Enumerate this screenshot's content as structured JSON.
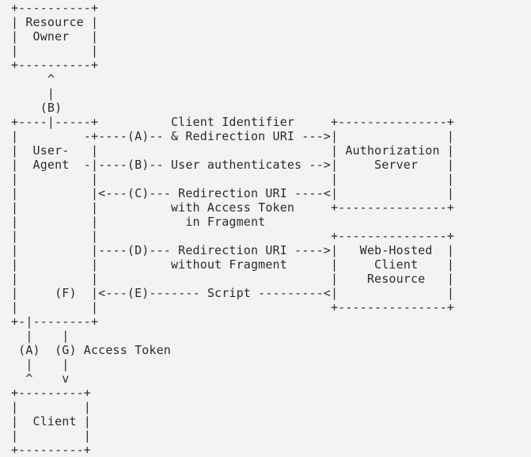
{
  "figure": {
    "lines": [
      "+----------+",
      "| Resource |",
      "|  Owner   |",
      "|          |",
      "+----------+",
      "     ^",
      "     |",
      "    (B)",
      "+----|-----+          Client Identifier     +---------------+",
      "|         -+----(A)-- & Redirection URI --->|               |",
      "|  User-   |                                | Authorization |",
      "|  Agent  -|----(B)-- User authenticates -->|     Server    |",
      "|          |                                |               |",
      "|          |<---(C)--- Redirection URI ----<|               |",
      "|          |          with Access Token     +---------------+",
      "|          |            in Fragment",
      "|          |                                +---------------+",
      "|          |----(D)--- Redirection URI ---->|   Web-Hosted  |",
      "|          |          without Fragment      |     Client    |",
      "|          |                                |    Resource   |",
      "|     (F)  |<---(E)------- Script ---------<|               |",
      "|          |                                +---------------+",
      "+-|--------+",
      "  |    |",
      " (A)  (G) Access Token",
      "  |    |",
      "  ^    v",
      "+---------+",
      "|         |",
      "|  Client |",
      "|         |",
      "+---------+"
    ]
  }
}
